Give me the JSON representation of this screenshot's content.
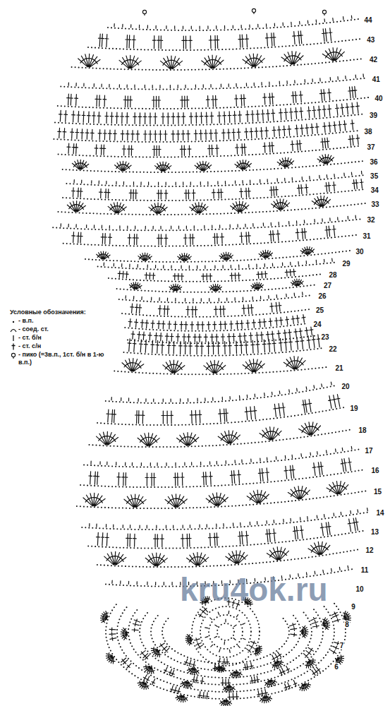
{
  "diagram": {
    "labels": [
      "Условные обозначения:",
      "44",
      "43",
      "42",
      "41",
      "40",
      "39",
      "38",
      "37",
      "36",
      "35",
      "34",
      "33",
      "32",
      "31",
      "30",
      "29",
      "28",
      "27",
      "26",
      "25",
      "24",
      "23",
      "22",
      "21",
      "20",
      "19",
      "18",
      "17",
      "16",
      "15",
      "14",
      "13",
      "12",
      "11",
      "10",
      "9",
      "8",
      "7",
      "6",
      "kru4ok.ru"
    ],
    "legend": [
      {
        "text": "- в.п."
      },
      {
        "text": "- соед. ст."
      },
      {
        "text": "- ст. б/н"
      },
      {
        "text": "- ст. с/н"
      },
      {
        "text": "- пико (=3в.п., 1ст. б/н в 1-ю в.п.)"
      }
    ]
  }
}
